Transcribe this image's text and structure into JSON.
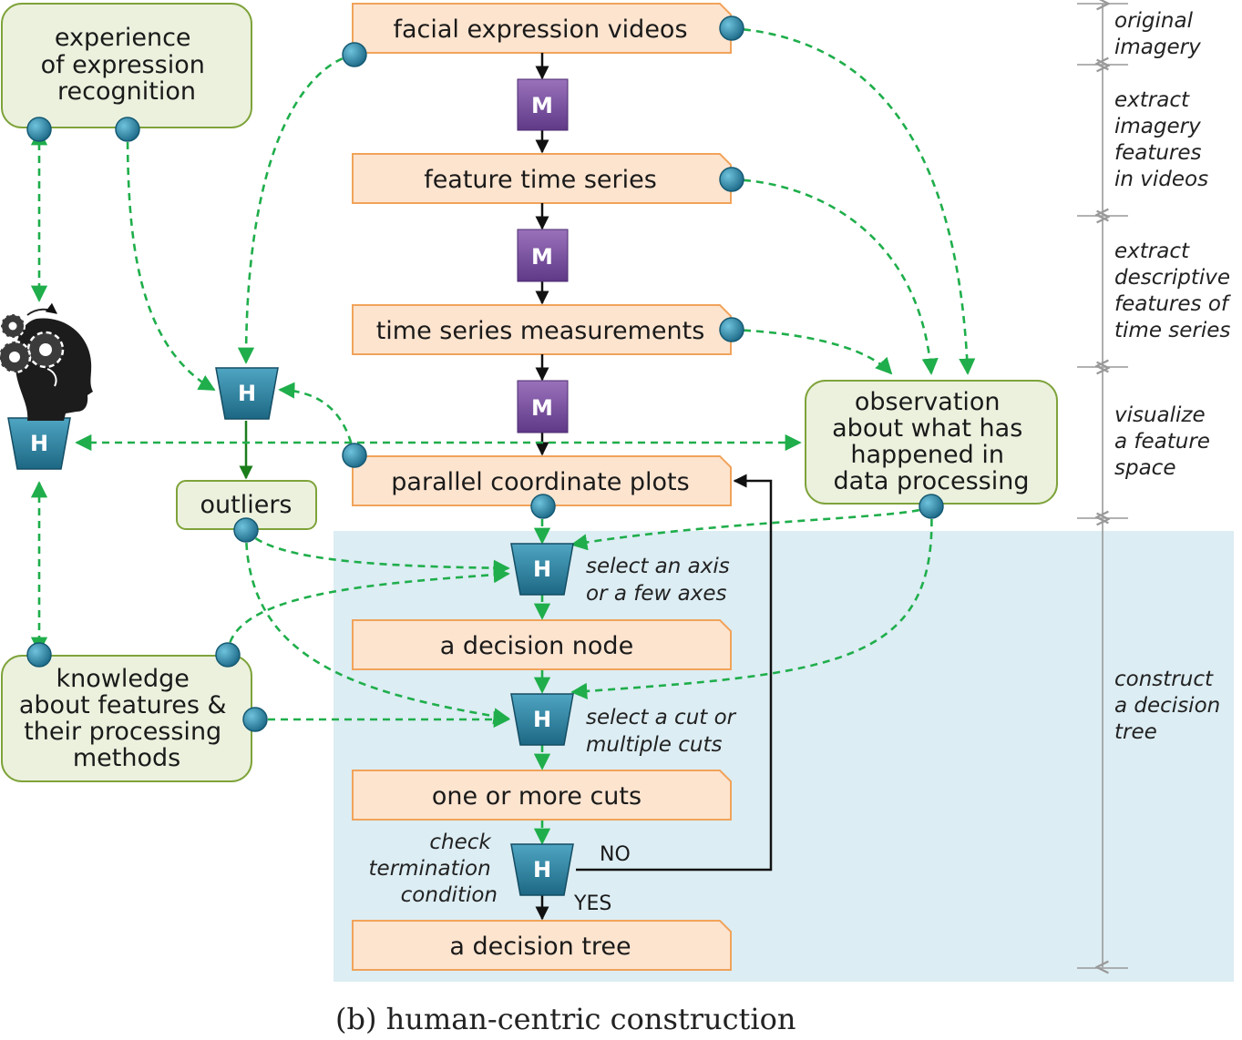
{
  "caption": "(b) human-centric construction",
  "data_nodes": {
    "facial_videos": "facial expression videos",
    "feature_time_series": "feature time series",
    "ts_measurements": "time series measurements",
    "pcp": "parallel coordinate plots",
    "decision_node": "a decision node",
    "cuts": "one or more cuts",
    "decision_tree": "a decision tree"
  },
  "knowledge_boxes": {
    "experience": [
      "experience",
      "of expression",
      "recognition"
    ],
    "knowledge": [
      "knowledge",
      "about features &",
      "their processing",
      "methods"
    ],
    "observation": [
      "observation",
      "about what has",
      "happened in",
      "data processing"
    ],
    "outliers": "outliers"
  },
  "process_markers": {
    "machine": "M",
    "human": "H"
  },
  "step_notes": {
    "select_axis": [
      "select an axis",
      "or a few axes"
    ],
    "select_cut": [
      "select a cut or",
      "multiple cuts"
    ],
    "check_termination": [
      "check",
      "termination",
      "condition"
    ]
  },
  "branch_labels": {
    "no": "NO",
    "yes": "YES"
  },
  "stages": {
    "s1": [
      "original",
      "imagery"
    ],
    "s2": [
      "extract",
      "imagery",
      "features",
      "in videos"
    ],
    "s3": [
      "extract",
      "descriptive",
      "features of",
      "time series"
    ],
    "s4": [
      "visualize",
      "a feature",
      "space"
    ],
    "s5": [
      "construct",
      "a decision",
      "tree"
    ]
  },
  "colors": {
    "data_fill": "#fde4cf",
    "data_stroke": "#f1a35a",
    "knowledge_fill": "#ecf1de",
    "knowledge_stroke": "#7ea33a",
    "machine_fill": "#7b509e",
    "human_fill": "#2e7f9e",
    "dashed_arrow": "#1fae4b",
    "region": "#dcedf3"
  },
  "icons": [
    "human-head-gears-icon",
    "port-connector-icon"
  ]
}
